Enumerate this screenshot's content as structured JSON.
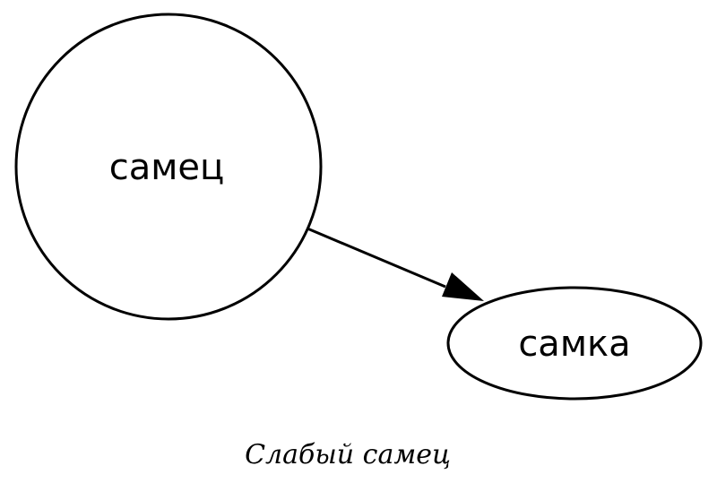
{
  "nodes": {
    "male": {
      "label": "самец"
    },
    "female": {
      "label": "самка"
    }
  },
  "edge": {
    "from": "male",
    "to": "female"
  },
  "caption": "Слабый самец"
}
